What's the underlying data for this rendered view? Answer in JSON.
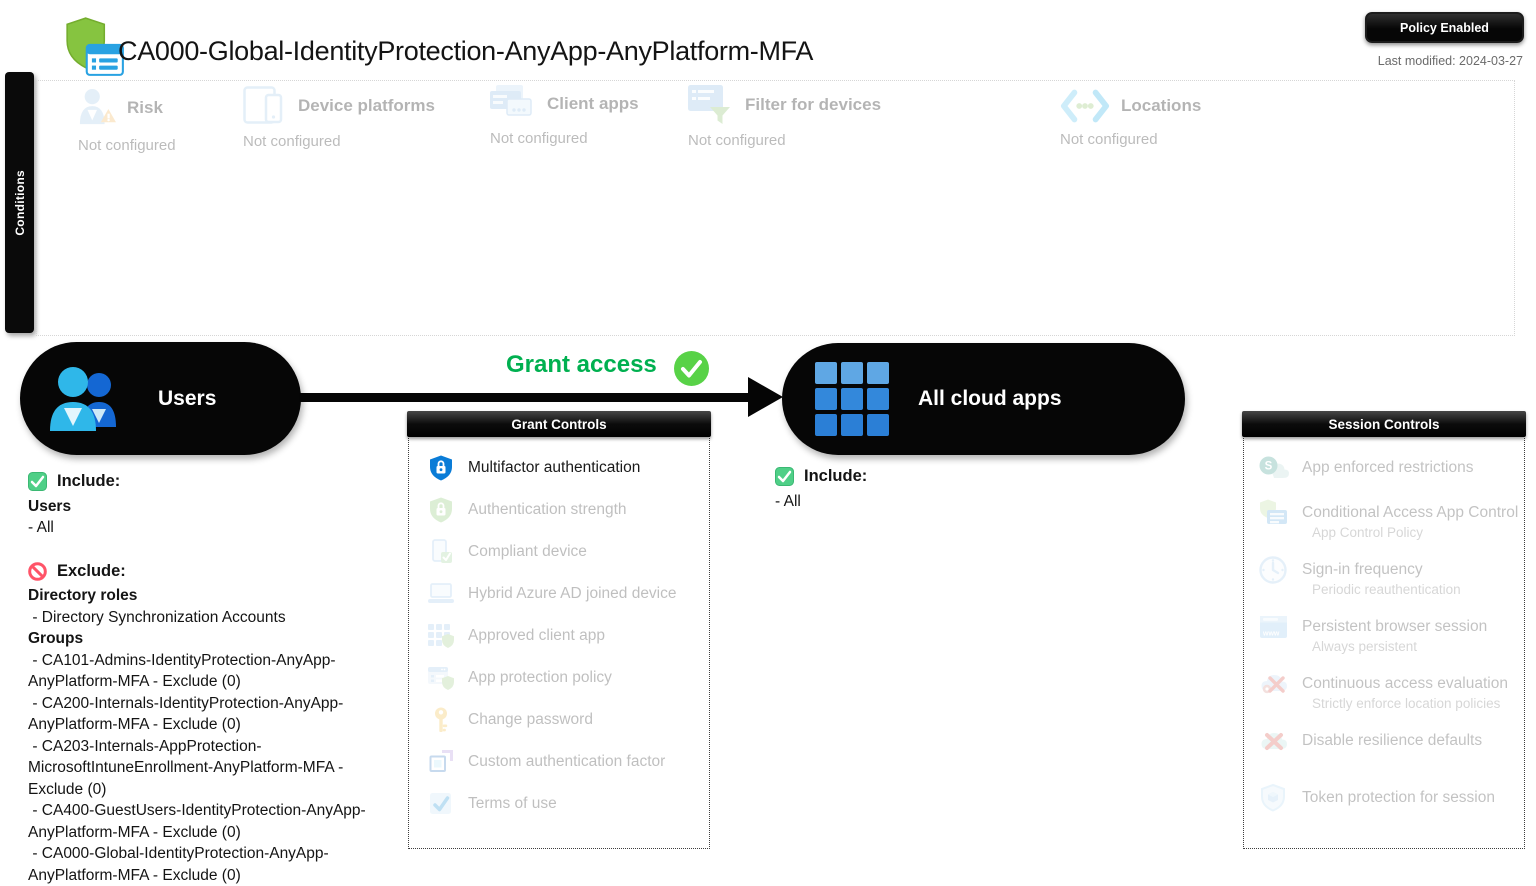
{
  "header": {
    "title": "CA000-Global-IdentityProtection-AnyApp-AnyPlatform-MFA",
    "status_badge": "Policy Enabled",
    "last_modified": "Last modified: 2024-03-27"
  },
  "conditions": {
    "tab_label": "Conditions",
    "items": [
      {
        "icon": "risk-icon",
        "label": "Risk",
        "status": "Not configured"
      },
      {
        "icon": "device-platforms-icon",
        "label": "Device platforms",
        "status": "Not configured"
      },
      {
        "icon": "client-apps-icon",
        "label": "Client apps",
        "status": "Not configured"
      },
      {
        "icon": "filter-for-devices-icon",
        "label": "Filter for devices",
        "status": "Not configured"
      },
      {
        "icon": "locations-icon",
        "label": "Locations",
        "status": "Not configured"
      }
    ]
  },
  "flow": {
    "users_label": "Users",
    "grant_access_label": "Grant access",
    "cloud_apps_label": "All cloud apps"
  },
  "users_detail": {
    "include_label": "Include:",
    "include_heading": "Users",
    "include_line": "- All",
    "exclude_label": "Exclude:",
    "directory_roles_heading": "Directory roles",
    "directory_roles_line": " - Directory Synchronization Accounts",
    "groups_heading": "Groups",
    "group_lines": [
      " - CA101-Admins-IdentityProtection-AnyApp-AnyPlatform-MFA - Exclude (0)",
      " - CA200-Internals-IdentityProtection-AnyApp-AnyPlatform-MFA - Exclude (0)",
      " - CA203-Internals-AppProtection-MicrosoftIntuneEnrollment-AnyPlatform-MFA - Exclude (0)",
      " - CA400-GuestUsers-IdentityProtection-AnyApp-AnyPlatform-MFA - Exclude (0)",
      " - CA000-Global-IdentityProtection-AnyApp-AnyPlatform-MFA - Exclude (0)"
    ]
  },
  "cloud_apps_detail": {
    "include_label": "Include:",
    "include_line": "- All"
  },
  "grant_controls": {
    "header": "Grant Controls",
    "items": [
      {
        "icon": "mfa-shield-icon",
        "label": "Multifactor authentication",
        "active": true
      },
      {
        "icon": "authentication-strength-icon",
        "label": "Authentication strength",
        "active": false
      },
      {
        "icon": "compliant-device-icon",
        "label": "Compliant device",
        "active": false
      },
      {
        "icon": "hybrid-azure-ad-joined-icon",
        "label": "Hybrid Azure AD joined device",
        "active": false
      },
      {
        "icon": "approved-client-app-icon",
        "label": "Approved client app",
        "active": false
      },
      {
        "icon": "app-protection-policy-icon",
        "label": "App protection policy",
        "active": false
      },
      {
        "icon": "change-password-key-icon",
        "label": "Change password",
        "active": false
      },
      {
        "icon": "custom-authentication-factor-icon",
        "label": "Custom authentication factor",
        "active": false
      },
      {
        "icon": "terms-of-use-icon",
        "label": "Terms of use",
        "active": false
      }
    ]
  },
  "session_controls": {
    "header": "Session Controls",
    "items": [
      {
        "icon": "app-enforced-restrictions-icon",
        "label": "App enforced restrictions",
        "sub": ""
      },
      {
        "icon": "conditional-access-app-control-icon",
        "label": "Conditional Access App Control",
        "sub": "App Control Policy"
      },
      {
        "icon": "sign-in-frequency-clock-icon",
        "label": "Sign-in frequency",
        "sub": "Periodic reauthentication"
      },
      {
        "icon": "persistent-browser-session-icon",
        "label": "Persistent browser session",
        "sub": "Always persistent"
      },
      {
        "icon": "continuous-access-evaluation-icon",
        "label": "Continuous access evaluation",
        "sub": "Strictly enforce location policies"
      },
      {
        "icon": "disable-resilience-defaults-icon",
        "label": "Disable resilience defaults",
        "sub": ""
      },
      {
        "icon": "token-protection-icon",
        "label": "Token protection for session",
        "sub": ""
      }
    ]
  },
  "icon_glyphs": {
    "sharepoint_s": "S",
    "www": "www"
  },
  "colors": {
    "grant_green": "#00b050",
    "check_circle_green": "#58d247",
    "include_check_green": "#4fcf87",
    "exclude_red": "#ff5468",
    "pill_bg": "#060606",
    "active_icon_blue": "#0a7cd7"
  }
}
